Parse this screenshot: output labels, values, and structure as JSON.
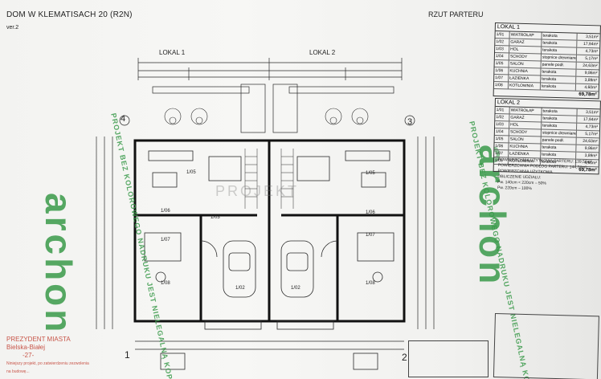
{
  "header": {
    "title": "DOM W KLEMATISACH 20 (R2N)",
    "version": "ver.2",
    "view_title": "RZUT PARTERU"
  },
  "plan": {
    "unit_left": "LOKAL 1",
    "unit_right": "LOKAL 2",
    "axis_top_left": "4",
    "axis_top_right": "3",
    "axis_bottom_left": "1",
    "axis_bottom_right": "2",
    "room_codes_left": [
      "1/05",
      "1/06",
      "1/07",
      "1/08",
      "1/02",
      "1/03"
    ],
    "room_codes_right": [
      "1/05",
      "1/06",
      "1/07",
      "1/08",
      "1/02"
    ],
    "overall_label": "PROJEKT"
  },
  "lokal_1": {
    "title": "LOKAL 1",
    "rows": [
      [
        "1/01",
        "WIATROŁAP",
        "terakota",
        "3,51m²"
      ],
      [
        "1/02",
        "GARAŻ",
        "terakota",
        "17,94m²"
      ],
      [
        "1/03",
        "HOL",
        "terakota",
        "4,73m²"
      ],
      [
        "1/04",
        "SCHODY",
        "stopnice drewniane",
        "5,17m²"
      ],
      [
        "1/05",
        "SALON",
        "panele podł.",
        "24,63m²"
      ],
      [
        "1/06",
        "KUCHNIA",
        "terakota",
        "9,86m²"
      ],
      [
        "1/07",
        "ŁAZIENKA",
        "terakota",
        "3,89m²"
      ],
      [
        "1/08",
        "KOTŁOWNIA",
        "terakota",
        "4,60m²"
      ]
    ],
    "total": "69,78m²"
  },
  "lokal_2": {
    "title": "LOKAL 2",
    "rows": [
      [
        "1/01",
        "WIATROŁAP",
        "terakota",
        "3,51m²"
      ],
      [
        "1/02",
        "GARAŻ",
        "terakota",
        "17,94m²"
      ],
      [
        "1/03",
        "HOL",
        "terakota",
        "4,73m²"
      ],
      [
        "1/04",
        "SCHODY",
        "stopnice drewniane",
        "5,17m²"
      ],
      [
        "1/05",
        "SALON",
        "panele podł.",
        "24,63m²"
      ],
      [
        "1/06",
        "KUCHNIA",
        "terakota",
        "9,86m²"
      ],
      [
        "1/07",
        "ŁAZIENKA",
        "terakota",
        "3,89m²"
      ],
      [
        "1/08",
        "KOTŁOWNIA",
        "terakota",
        "4,60m²"
      ]
    ],
    "total": "69,78m²"
  },
  "notes": [
    "POWIERZCHNIA UŻYTKOWA PARTERU: 139,56m²",
    "POWIERZCHNIA PODŁÓG PARTERU: 144,74m²",
    "POWIERZCHNIA UŻYTKOWA",
    "OBLICZENIE UDZIAŁU:",
    "Pw. 140cm < 220cm – 50%",
    "Pw. 220cm – 100%"
  ],
  "stamp": {
    "line1": "PREZYDENT MIASTA",
    "line2": "Bielska-Białej",
    "line3": "-27-",
    "line4": "Niniejszy projekt, po zatwierdzeniu zezwolenia",
    "line5": "na budowę..."
  },
  "watermarks": {
    "big_left": "archon",
    "big_right": "archon",
    "diag_left": "PROJEKT BEZ KOLOROWEGO NADRUKU JEST NIELEGALNĄ KOPIĄ",
    "diag_right": "PROJEKT BEZ KOLOROWEGO NADRUKU JEST NIELEGALNĄ KOPIĄ"
  },
  "colors": {
    "line": "#2a2a2a",
    "watermark": "#3a9a4a",
    "stamp": "#c0392b"
  }
}
